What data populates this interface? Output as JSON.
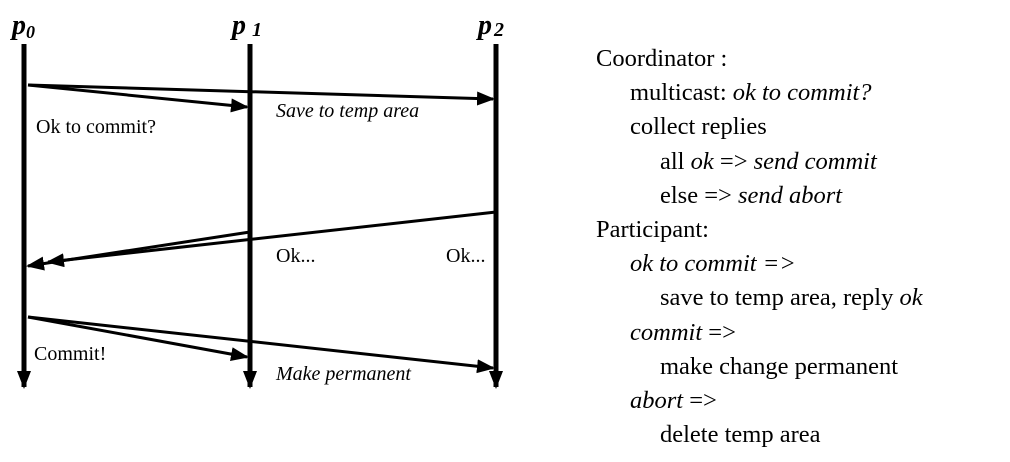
{
  "diagram": {
    "processes": [
      {
        "label": "p",
        "sub": "0"
      },
      {
        "label": "p",
        "sub": "1"
      },
      {
        "label": "p",
        "sub": "2"
      }
    ],
    "labels": {
      "ok_to_commit": "Ok to commit?",
      "save_to_temp": "Save to temp area",
      "ok_p1": "Ok...",
      "ok_p2": "Ok...",
      "commit": "Commit!",
      "make_permanent": "Make permanent"
    }
  },
  "protocol": {
    "coordinator_heading": "Coordinator :",
    "multicast_prefix": "multicast: ",
    "multicast_msg": "ok to commit?",
    "collect_replies": "collect replies",
    "all_prefix": "all ",
    "all_ok": "ok",
    "all_arrow": " => ",
    "all_action": "send commit",
    "else_prefix": "else => ",
    "else_action": "send abort",
    "participant_heading": "Participant:",
    "ok_to_commit_case": "ok to commit",
    "ok_to_commit_arrow": " =>",
    "save_reply_prefix": "save to temp area, reply ",
    "save_reply_ok": "ok",
    "commit_case": "commit",
    "commit_arrow": " =>",
    "make_change": "make change permanent",
    "abort_case": "abort",
    "abort_arrow": " =>",
    "delete_temp": "delete temp area"
  }
}
